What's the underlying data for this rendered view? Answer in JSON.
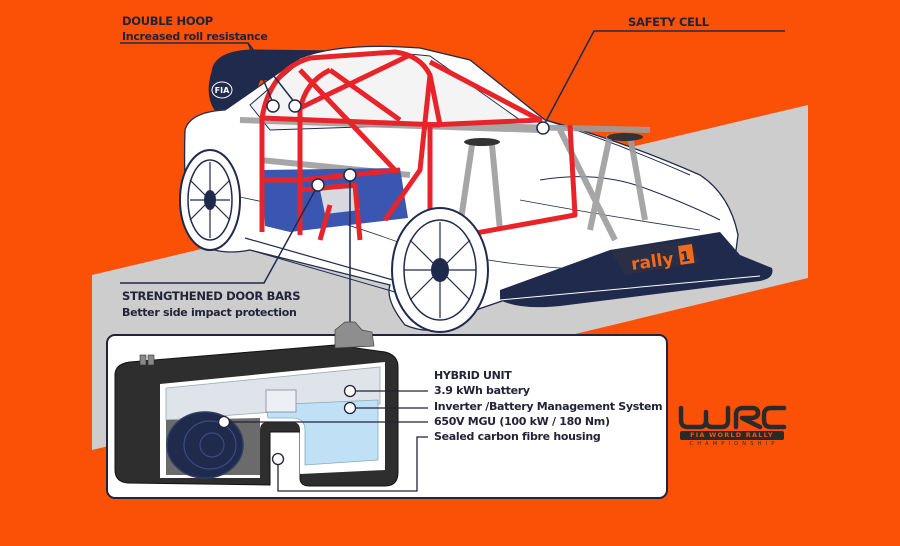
{
  "infographic": {
    "subject": "Rally1 hybrid car safety features",
    "callouts": {
      "double_hoop": {
        "title": "DOUBLE HOOP",
        "subtitle": "Increased roll resistance"
      },
      "safety_cell": {
        "title": "SAFETY CELL"
      },
      "door_bars": {
        "title": "STRENGTHENED DOOR BARS",
        "subtitle": "Better side impact protection"
      },
      "hybrid_unit": {
        "title": "HYBRID UNIT",
        "items": [
          "3.9 kWh battery",
          "Inverter /Battery Management System",
          "650V MGU (100 kW / 180 Nm)",
          "Sealed carbon fibre housing"
        ]
      }
    },
    "car_badges": {
      "fia": "FIA",
      "rally_text": "rally",
      "rally_number": "1"
    },
    "logo": {
      "main": "WRC",
      "line1": "FIA WORLD RALLY",
      "line2": "CHAMPIONSHIP"
    },
    "colors": {
      "background": "#fb5107",
      "band": "#cdcdcd",
      "roll_cage": "#e8242b",
      "navy": "#1f2a4d",
      "ink": "#22223a",
      "panel": "#ffffff",
      "door_panel": "#3a56b0",
      "battery_housing": "#2e2e2e",
      "battery_cells": "#dfe3ea",
      "electronics": "#bfe0f5"
    }
  }
}
